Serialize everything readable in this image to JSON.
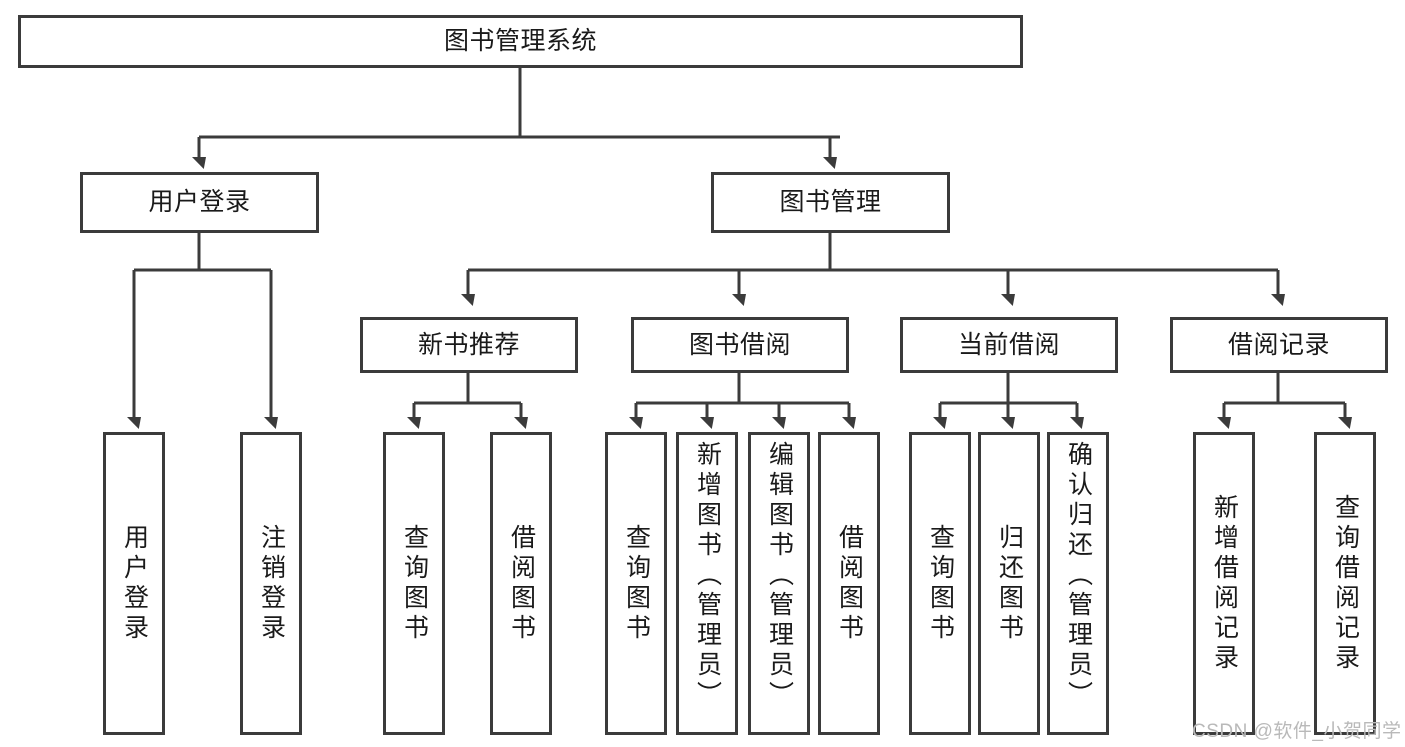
{
  "diagram": {
    "type": "tree",
    "title": "图书管理系统",
    "root": {
      "label": "图书管理系统"
    },
    "level1": [
      {
        "id": "user-login",
        "label": "用户登录"
      },
      {
        "id": "book-management",
        "label": "图书管理"
      }
    ],
    "level2": [
      {
        "id": "new-book-recommend",
        "label": "新书推荐",
        "parent": "book-management"
      },
      {
        "id": "book-borrow",
        "label": "图书借阅",
        "parent": "book-management"
      },
      {
        "id": "current-borrow",
        "label": "当前借阅",
        "parent": "book-management"
      },
      {
        "id": "borrow-record",
        "label": "借阅记录",
        "parent": "book-management"
      }
    ],
    "leaves": {
      "user_login": [
        {
          "id": "leaf-user-login",
          "label": "用户登录"
        },
        {
          "id": "leaf-logout-login",
          "label": "注销登录"
        }
      ],
      "new_book_recommend": [
        {
          "id": "leaf-query-book-1",
          "label": "查询图书"
        },
        {
          "id": "leaf-borrow-book-1",
          "label": "借阅图书"
        }
      ],
      "book_borrow": [
        {
          "id": "leaf-query-book-2",
          "label": "查询图书"
        },
        {
          "id": "leaf-add-book",
          "label": "新增图书（管理员）"
        },
        {
          "id": "leaf-edit-book",
          "label": "编辑图书（管理员）"
        },
        {
          "id": "leaf-borrow-book-2",
          "label": "借阅图书"
        }
      ],
      "current_borrow": [
        {
          "id": "leaf-query-book-3",
          "label": "查询图书"
        },
        {
          "id": "leaf-return-book",
          "label": "归还图书"
        },
        {
          "id": "leaf-confirm-return",
          "label": "确认归还（管理员）"
        }
      ],
      "borrow_record": [
        {
          "id": "leaf-add-record",
          "label": "新增借阅记录"
        },
        {
          "id": "leaf-query-record",
          "label": "查询借阅记录"
        }
      ]
    },
    "colors": {
      "stroke": "#3b3b3b",
      "fill": "#ffffff",
      "text": "#1a1a1a",
      "watermark": "#b9b9b9"
    }
  },
  "watermark": {
    "text": "CSDN @软件_小贺同学"
  }
}
